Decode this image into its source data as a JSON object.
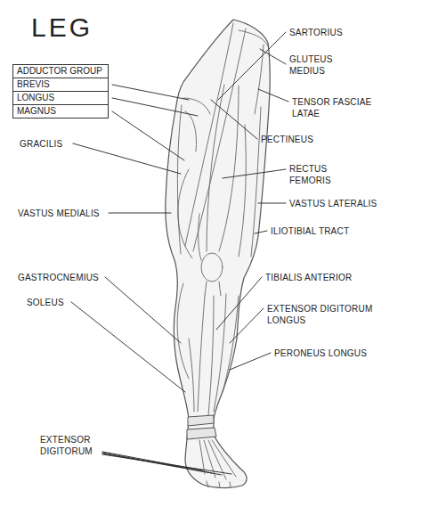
{
  "diagram": {
    "title": "LEG",
    "nodes": [
      {
        "text": [
          "ADDUCTOR GROUP",
          "BREVIS",
          "LONGUS",
          "MAGNUS"
        ]
      }
    ],
    "labels": [
      "SARTORIUS",
      "GLUTEUS MEDIUS",
      "TENSOR FASCIAE LATAE",
      "GRACILIS",
      "PECTINEUS",
      "RECTUS FEMORIS",
      "VASTUS MEDIALIS",
      "VASTUS LATERALIS",
      "ILIOTIBIAL TRACT",
      "GASTROCNEMIUS",
      "TIBIALIS ANTERIOR",
      "SOLEUS",
      "EXTENSOR DIGITORUM LONGUS",
      "PERONEUS LONGUS",
      "EXTENSOR DIGITORUM"
    ]
  }
}
